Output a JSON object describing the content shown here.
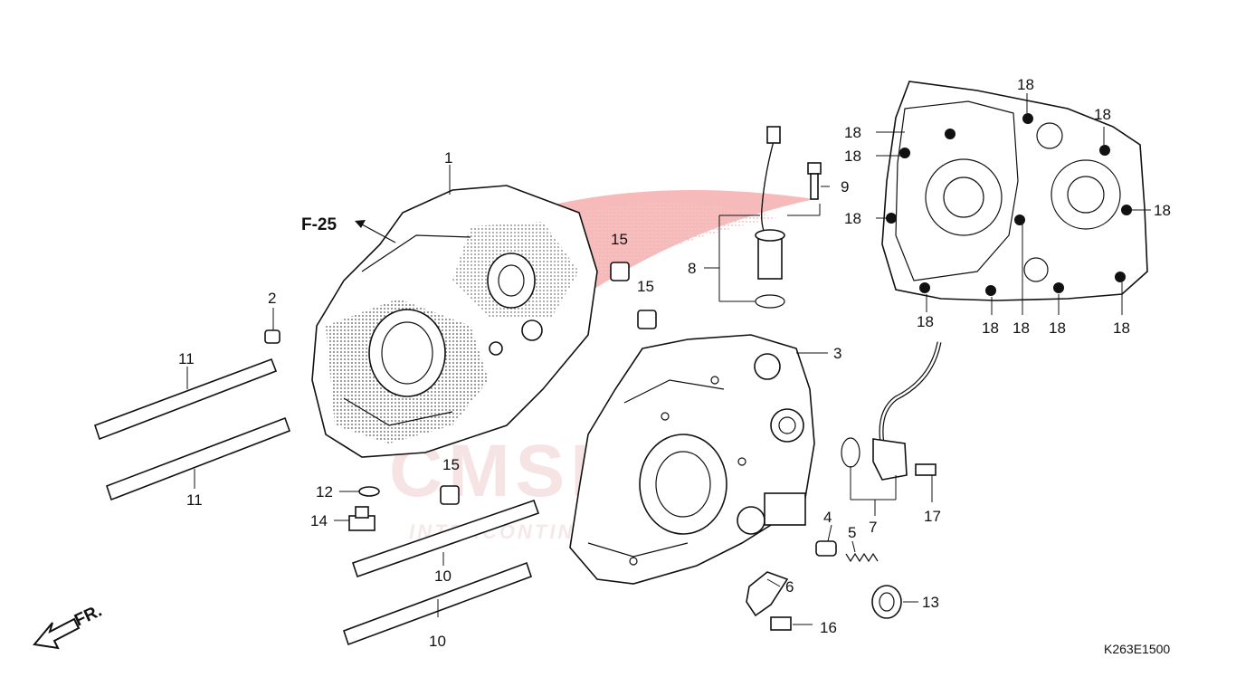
{
  "diagram": {
    "section_ref": "F-25",
    "direction_label": "FR.",
    "diagram_code": "K263E1500",
    "watermark": {
      "brand": "CMSNL",
      "tagline": "INTERCONTINENTAL PARTS"
    },
    "callouts": [
      {
        "id": "c1",
        "label": "1"
      },
      {
        "id": "c2",
        "label": "2"
      },
      {
        "id": "c3",
        "label": "3"
      },
      {
        "id": "c4",
        "label": "4"
      },
      {
        "id": "c5",
        "label": "5"
      },
      {
        "id": "c6",
        "label": "6"
      },
      {
        "id": "c7",
        "label": "7"
      },
      {
        "id": "c8",
        "label": "8"
      },
      {
        "id": "c9",
        "label": "9"
      },
      {
        "id": "c10a",
        "label": "10"
      },
      {
        "id": "c10b",
        "label": "10"
      },
      {
        "id": "c11a",
        "label": "11"
      },
      {
        "id": "c11b",
        "label": "11"
      },
      {
        "id": "c12",
        "label": "12"
      },
      {
        "id": "c13",
        "label": "13"
      },
      {
        "id": "c14",
        "label": "14"
      },
      {
        "id": "c15a",
        "label": "15"
      },
      {
        "id": "c15b",
        "label": "15"
      },
      {
        "id": "c15c",
        "label": "15"
      },
      {
        "id": "c16",
        "label": "16"
      },
      {
        "id": "c17",
        "label": "17"
      },
      {
        "id": "c18a",
        "label": "18"
      },
      {
        "id": "c18b",
        "label": "18"
      },
      {
        "id": "c18c",
        "label": "18"
      },
      {
        "id": "c18d",
        "label": "18"
      },
      {
        "id": "c18e",
        "label": "18"
      },
      {
        "id": "c18f",
        "label": "18"
      },
      {
        "id": "c18g",
        "label": "18"
      },
      {
        "id": "c18h",
        "label": "18"
      },
      {
        "id": "c18i",
        "label": "18"
      },
      {
        "id": "c18j",
        "label": "18"
      },
      {
        "id": "c18k",
        "label": "18"
      }
    ]
  }
}
